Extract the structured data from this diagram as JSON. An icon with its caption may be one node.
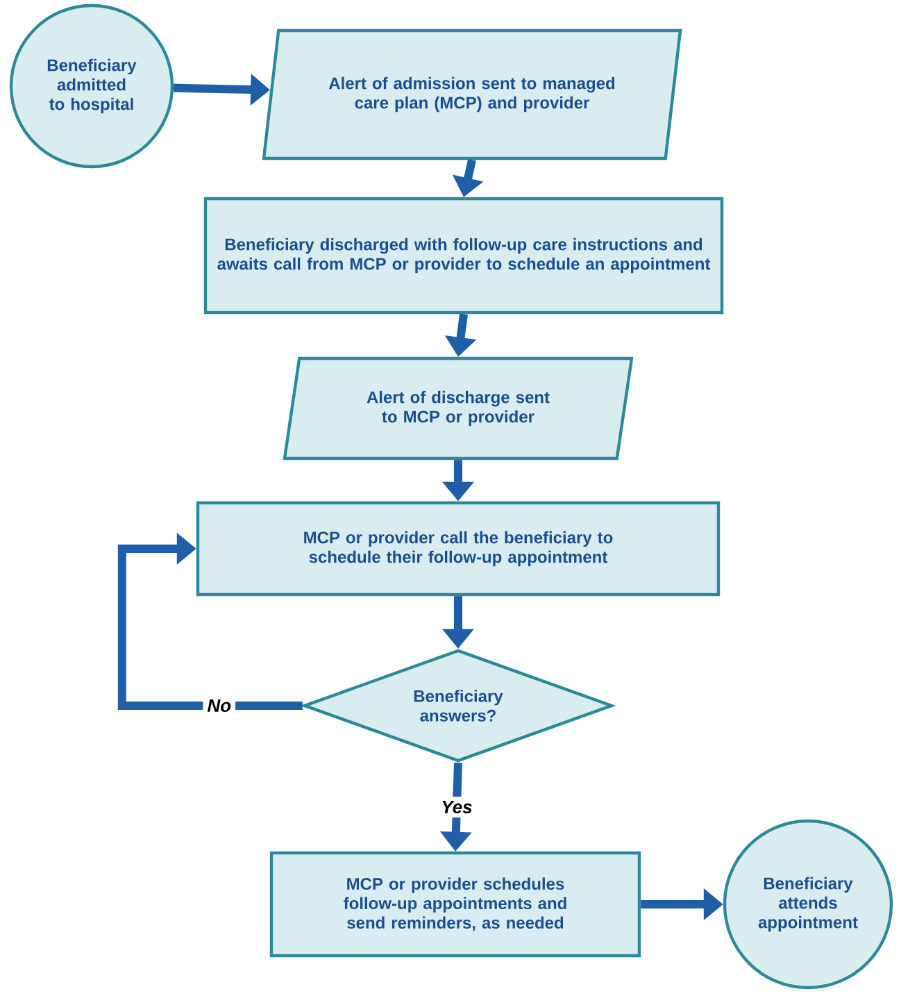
{
  "diagram": {
    "nodes": [
      {
        "text": [
          "Beneficiary admitted to hospital"
        ]
      },
      {
        "text": [
          "Alert of admission sent to managed care plan (MCP) and provider"
        ]
      },
      {
        "text": [
          "Beneficiary discharged with follow-up care instructions and awaits call from MCP or provider to schedule an appointment"
        ]
      },
      {
        "text": [
          "Alert of discharge sent to MCP or provider"
        ]
      },
      {
        "text": [
          "MCP or provider call the beneficiary to schedule their follow-up appointment"
        ]
      },
      {
        "text": [
          "Beneficiary answers?"
        ]
      },
      {
        "text": [
          "MCP or provider schedules follow-up appointments and send reminders, as needed"
        ]
      },
      {
        "text": [
          "Beneficiary attends appointment"
        ]
      }
    ],
    "edges": [
      {
        "from": 0,
        "to": 1,
        "arrow": "to"
      },
      {
        "from": 1,
        "to": 2,
        "arrow": "to"
      },
      {
        "from": 2,
        "to": 3,
        "arrow": "to"
      },
      {
        "from": 3,
        "to": 4,
        "arrow": "to"
      },
      {
        "from": 4,
        "to": 5,
        "arrow": "to"
      },
      {
        "from": 5,
        "to": 4,
        "arrow": "to",
        "label": "No"
      },
      {
        "from": 5,
        "to": 6,
        "arrow": "to",
        "label": "Yes"
      },
      {
        "from": 6,
        "to": 7,
        "arrow": "to"
      }
    ]
  }
}
